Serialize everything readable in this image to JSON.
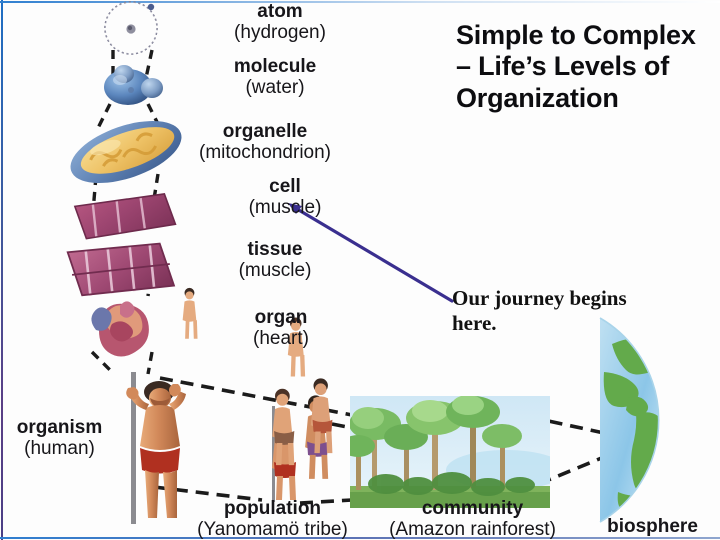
{
  "slide": {
    "title": "Simple to Complex – Life’s Levels of Organization",
    "callout": "Our journey begins here.",
    "accent_color": "#3a2f8f",
    "edge_color": "#2f7fd0",
    "text_color": "#17161a"
  },
  "levels": [
    {
      "name": "atom",
      "detail": "(hydrogen)"
    },
    {
      "name": "molecule",
      "detail": "(water)"
    },
    {
      "name": "organelle",
      "detail": "(mitochondrion)"
    },
    {
      "name": "cell",
      "detail": "(muscle)"
    },
    {
      "name": "tissue",
      "detail": "(muscle)"
    },
    {
      "name": "organ",
      "detail": "(heart)"
    },
    {
      "name": "organism",
      "detail": "(human)"
    },
    {
      "name": "population",
      "detail": "(Yanomamö tribe)"
    },
    {
      "name": "community",
      "detail": "(Amazon rainforest)"
    },
    {
      "name": "biosphere",
      "detail": ""
    }
  ],
  "artwork": [
    {
      "id": "atom-illustration",
      "alt": "hydrogen atom orbital diagram"
    },
    {
      "id": "molecule-illustration",
      "alt": "water molecule space-filling model"
    },
    {
      "id": "organelle-illustration",
      "alt": "mitochondrion"
    },
    {
      "id": "cell-illustration",
      "alt": "muscle cell"
    },
    {
      "id": "tissue-illustration",
      "alt": "muscle tissue"
    },
    {
      "id": "organ-illustration",
      "alt": "human heart"
    },
    {
      "id": "organism-illustration",
      "alt": "Yanomamö man holding a pole"
    },
    {
      "id": "population-illustration",
      "alt": "group of Yanomamö people"
    },
    {
      "id": "community-illustration",
      "alt": "Amazon rainforest trees"
    },
    {
      "id": "biosphere-illustration",
      "alt": "half globe showing the Americas"
    }
  ]
}
